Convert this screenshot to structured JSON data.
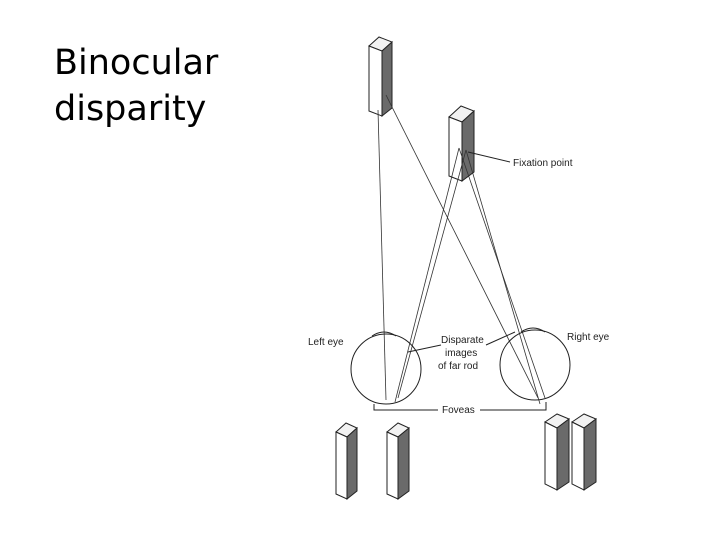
{
  "title": {
    "line1": "Binocular",
    "line2": "disparity"
  },
  "diagram": {
    "labels": {
      "fixation_point": "Fixation point",
      "left_eye": "Left eye",
      "right_eye": "Right eye",
      "disparate_images_line1": "Disparate",
      "disparate_images_line2": "images",
      "disparate_images_line3": "of far rod",
      "foveas": "Foveas"
    }
  }
}
